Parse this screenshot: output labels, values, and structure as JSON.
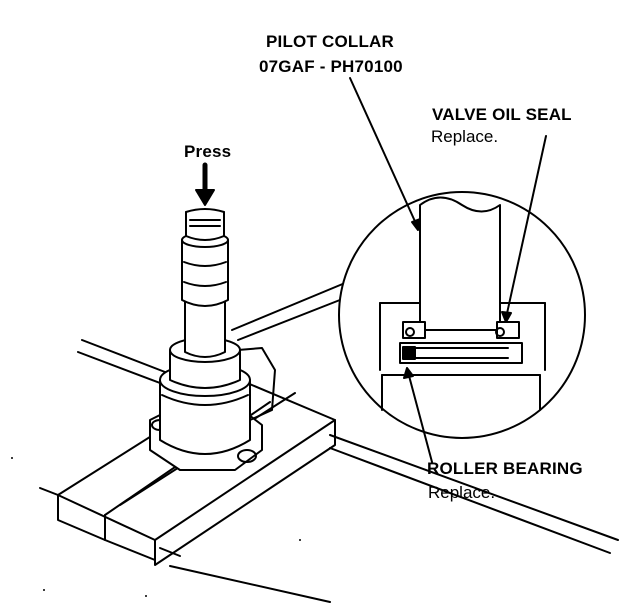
{
  "labels": {
    "press": "Press",
    "pilot_collar": "PILOT COLLAR",
    "pilot_collar_part": "07GAF - PH70100",
    "valve_oil_seal": "VALVE OIL SEAL",
    "valve_oil_seal_note": "Replace.",
    "roller_bearing": "ROLLER BEARING",
    "roller_bearing_note": "Replace."
  }
}
